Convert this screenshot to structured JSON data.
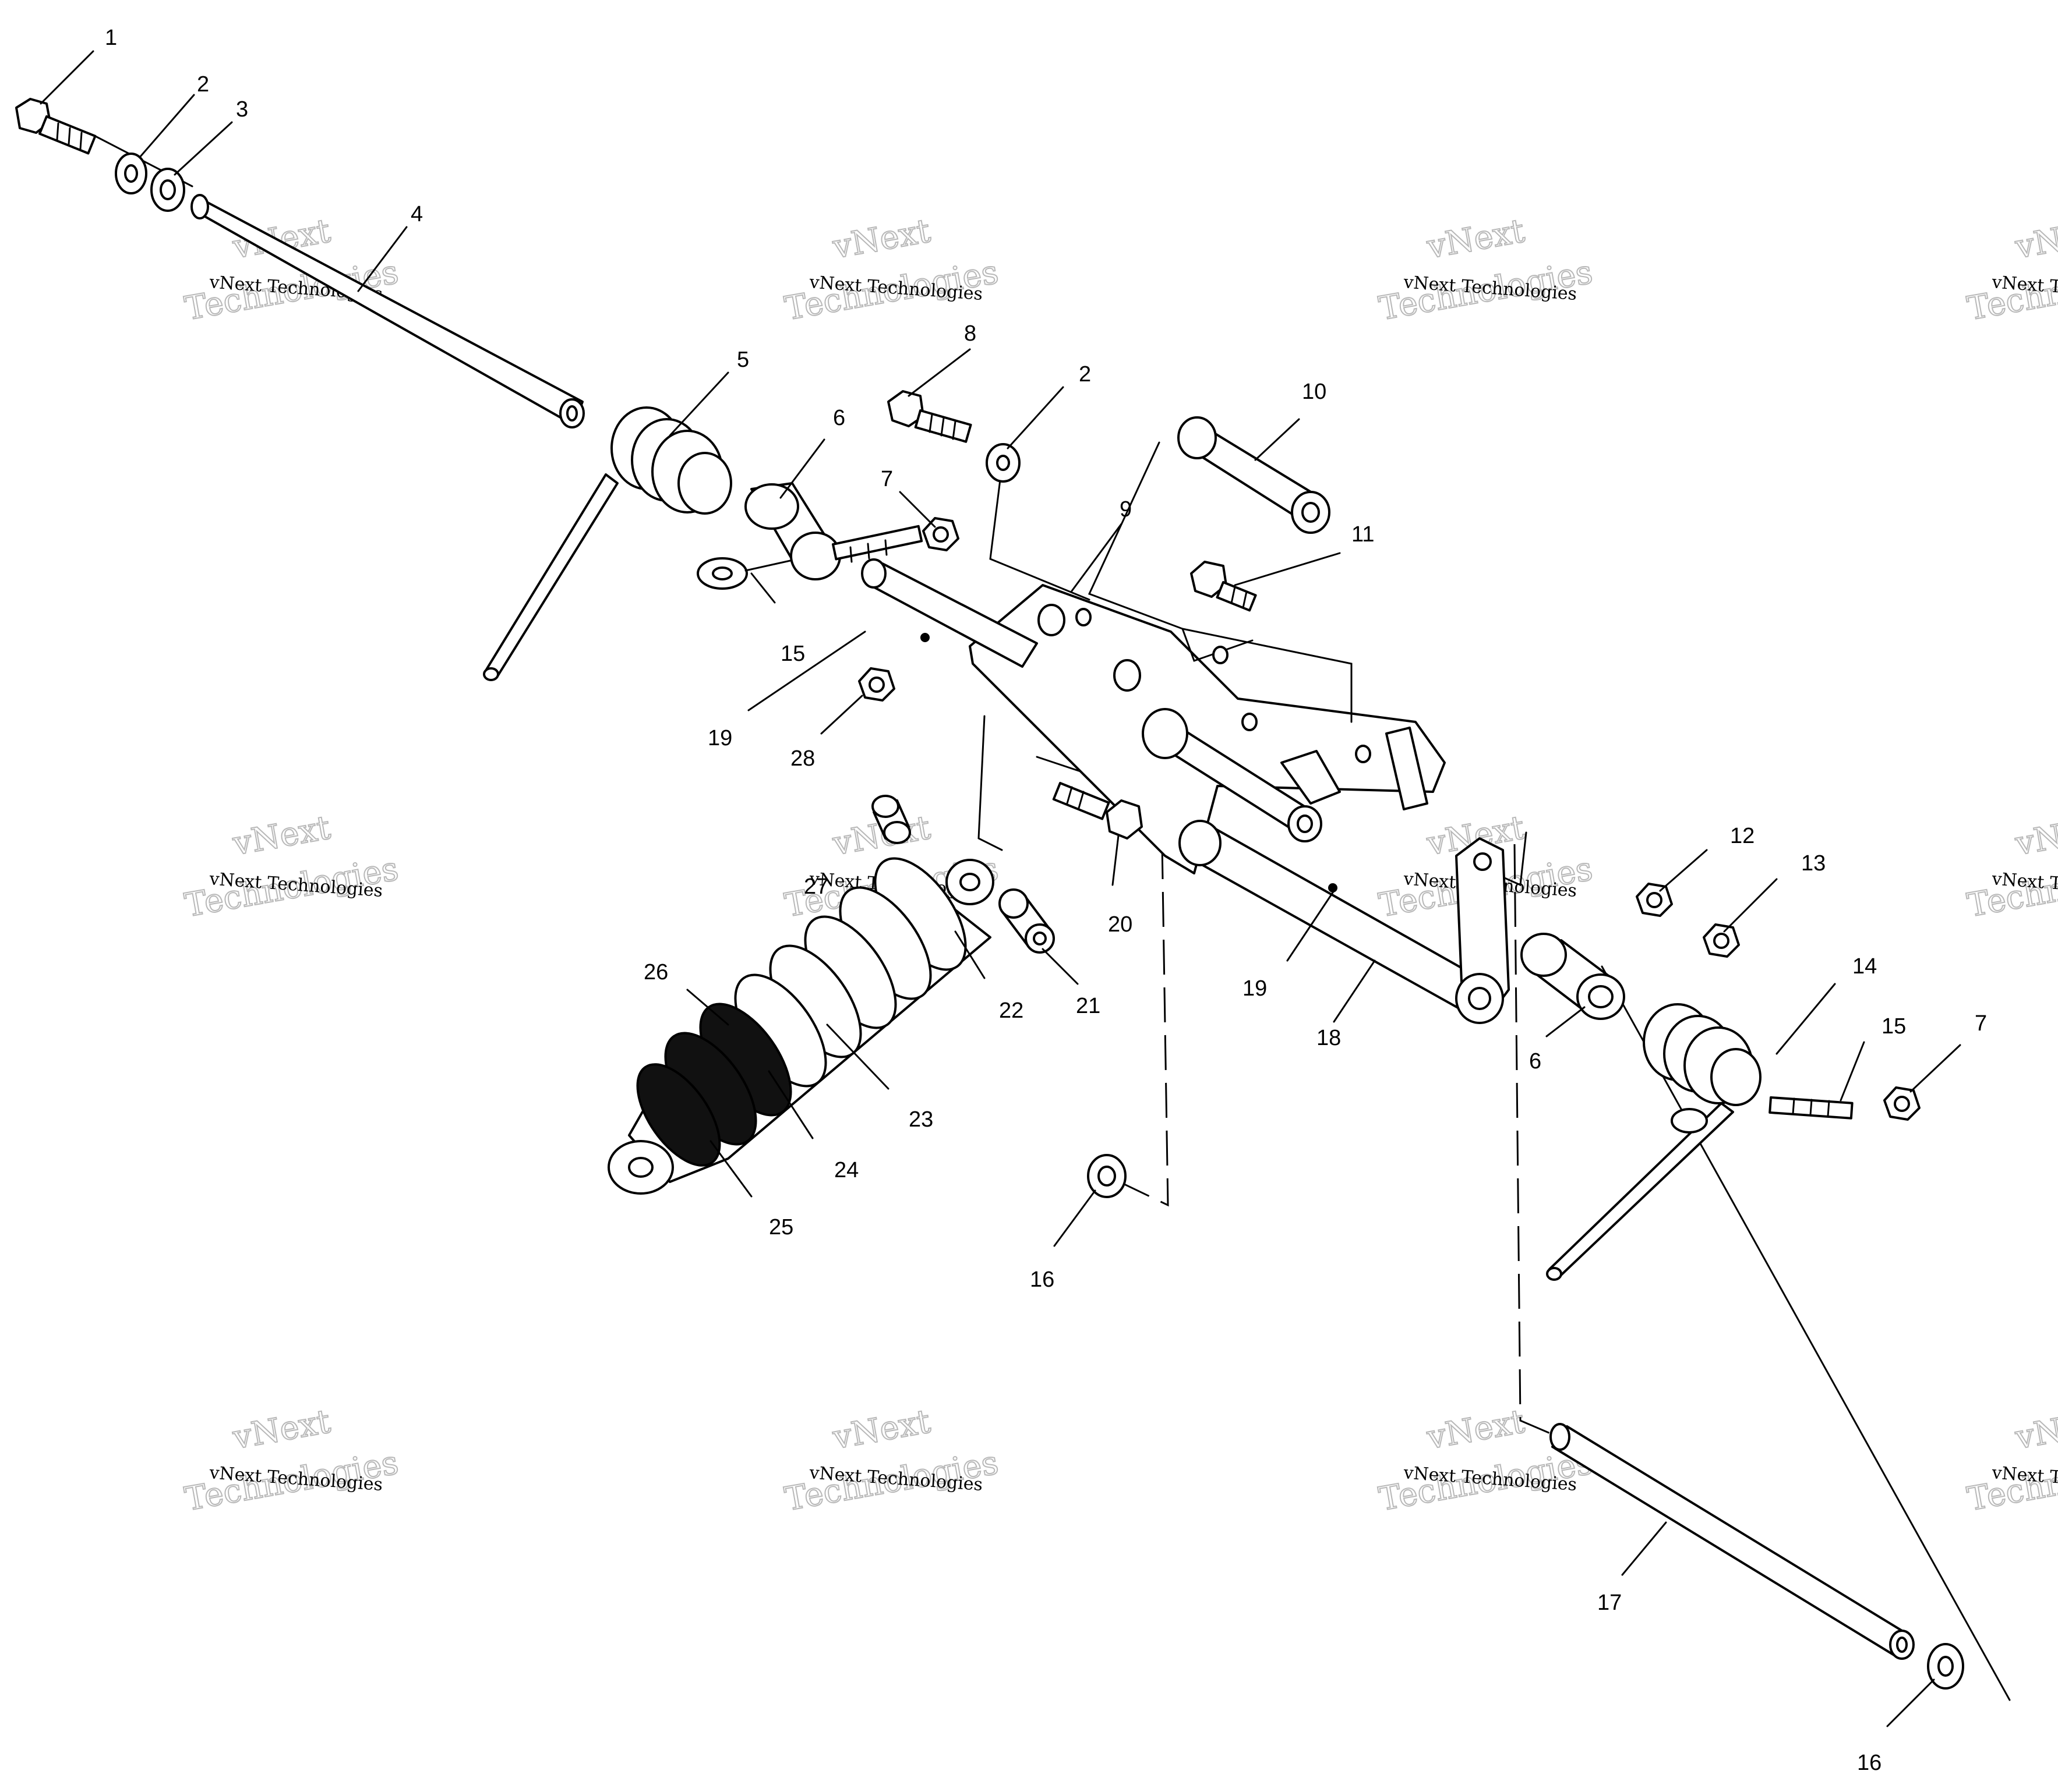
{
  "watermark": {
    "line_small": "vNext Technologies",
    "line_big_1": "vNext",
    "line_big_2": "Technologies"
  },
  "callouts": {
    "c1": "1",
    "c2a": "2",
    "c3": "3",
    "c4": "4",
    "c5": "5",
    "c6a": "6",
    "c7a": "7",
    "c8": "8",
    "c2b": "2",
    "c9": "9",
    "c10": "10",
    "c11": "11",
    "c15a": "15",
    "c19a": "19",
    "c28": "28",
    "c20": "20",
    "c27": "27",
    "c26": "26",
    "c22": "22",
    "c21": "21",
    "c23": "23",
    "c24": "24",
    "c25": "25",
    "c16a": "16",
    "c12": "12",
    "c13": "13",
    "c14": "14",
    "c15b": "15",
    "c7b": "7",
    "c19b": "19",
    "c18": "18",
    "c6b": "6",
    "c17": "17",
    "c16b": "16"
  }
}
